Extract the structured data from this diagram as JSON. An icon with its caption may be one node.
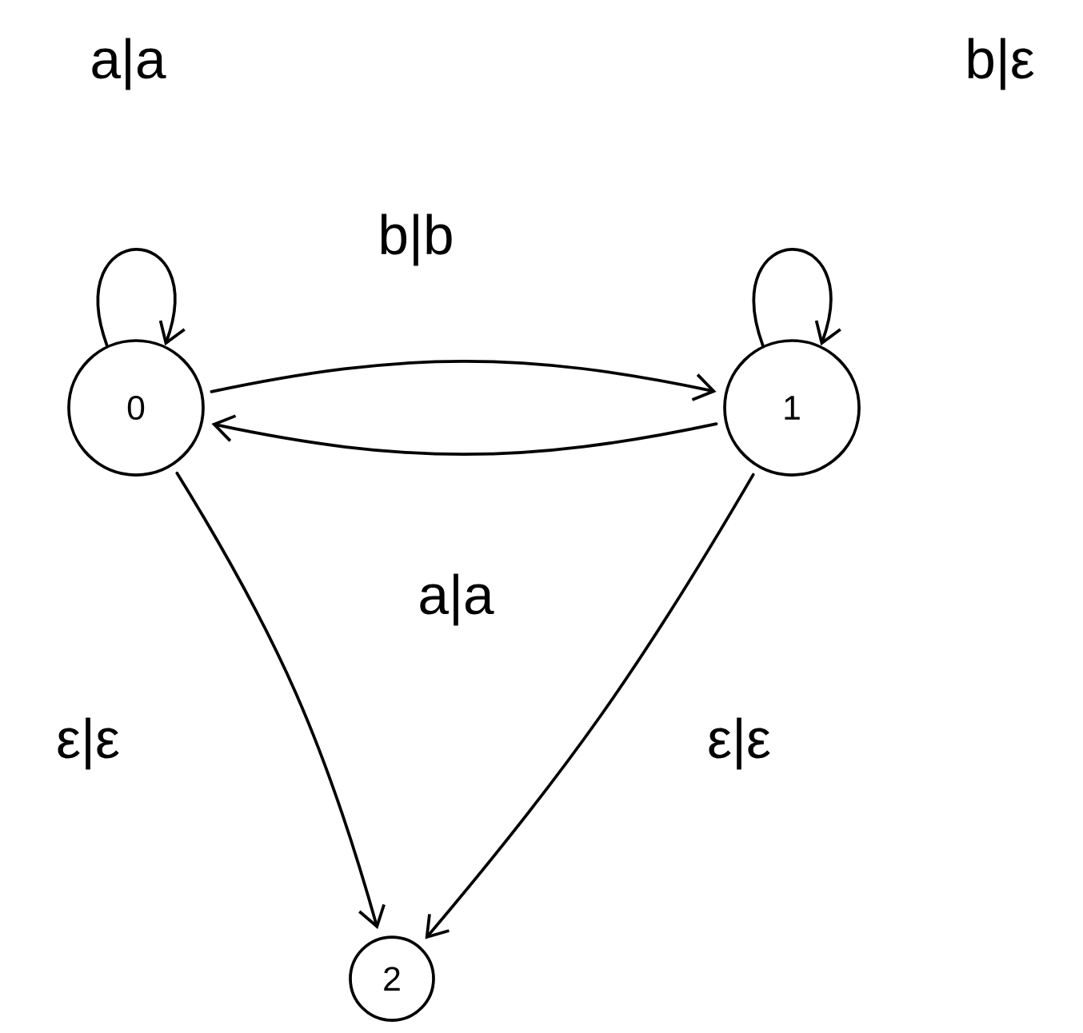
{
  "diagram": {
    "nodes": [
      {
        "text": [
          "0"
        ]
      },
      {
        "text": [
          "1"
        ]
      },
      {
        "text": [
          "2"
        ]
      }
    ],
    "edges": [
      {
        "from": 0,
        "to": 0,
        "arrow": "to",
        "label": "a|a"
      },
      {
        "from": 0,
        "to": 1,
        "arrow": "to",
        "label": "b|b"
      },
      {
        "from": 1,
        "to": 1,
        "arrow": "to",
        "label": "b|ε"
      },
      {
        "from": 1,
        "to": 0,
        "arrow": "to",
        "label": "a|a"
      },
      {
        "from": 0,
        "to": 2,
        "arrow": "to",
        "label": "ε|ε"
      },
      {
        "from": 1,
        "to": 2,
        "arrow": "to",
        "label": "ε|ε"
      }
    ]
  }
}
